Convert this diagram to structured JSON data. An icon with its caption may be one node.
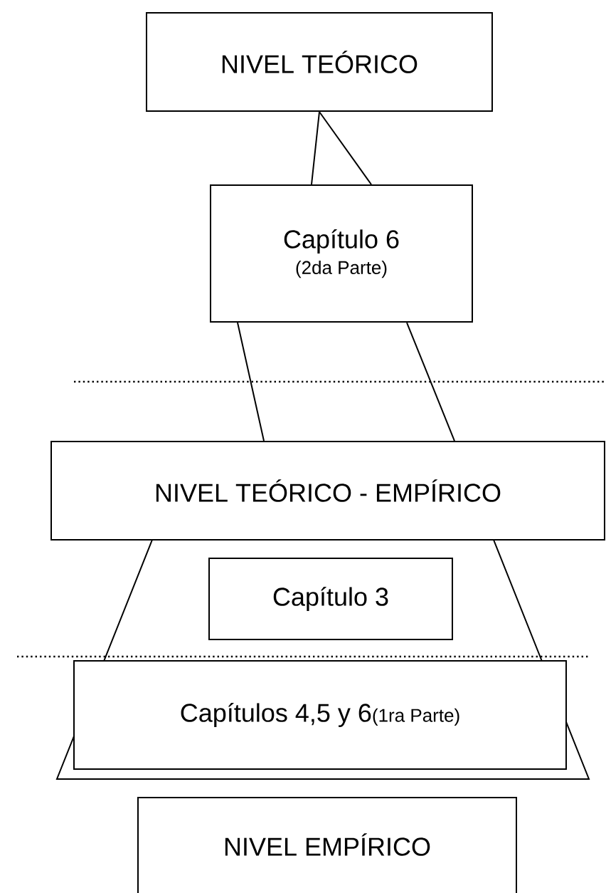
{
  "diagram": {
    "nodes": [
      {
        "text": [
          "NIVEL TEÓRICO"
        ]
      },
      {
        "text": [
          "Capítulo 6",
          "(2da Parte)"
        ]
      },
      {
        "text": [
          "NIVEL  TEÓRICO - EMPÍRICO"
        ]
      },
      {
        "text": [
          "Capítulo 3"
        ]
      },
      {
        "text": [
          "Capítulos 4,5 y 6",
          "(1ra Parte)"
        ]
      },
      {
        "text": [
          "NIVEL  EMPÍRICO"
        ]
      }
    ],
    "edges": [
      {
        "from": 0,
        "to": 1,
        "arrow": "none"
      },
      {
        "from": 0,
        "to": 1,
        "arrow": "none"
      },
      {
        "from": 1,
        "to": 2,
        "arrow": "none"
      },
      {
        "from": 1,
        "to": 2,
        "arrow": "none"
      }
    ]
  }
}
